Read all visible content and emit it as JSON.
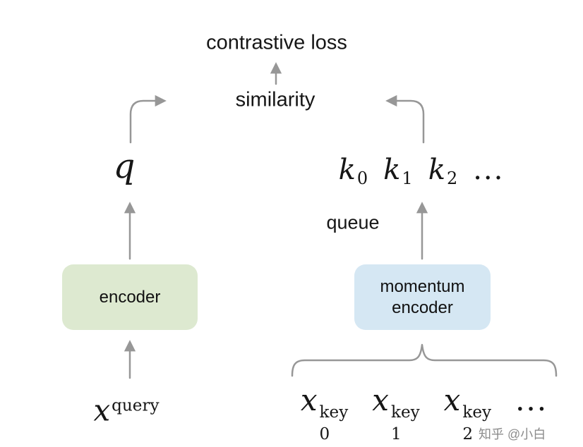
{
  "labels": {
    "contrastive_loss": "contrastive loss",
    "similarity": "similarity",
    "queue": "queue",
    "encoder": "encoder",
    "momentum_encoder": [
      "momentum",
      "encoder"
    ],
    "watermark": "知乎 @小白"
  },
  "math": {
    "q": "q",
    "k_terms": [
      {
        "base": "k",
        "sub": "0"
      },
      {
        "base": "k",
        "sub": "1"
      },
      {
        "base": "k",
        "sub": "2"
      }
    ],
    "k_ellipsis": "...",
    "x_query": {
      "base": "x",
      "sup": "query"
    },
    "x_key_terms": [
      {
        "base": "x",
        "sub": "0",
        "sup": "key"
      },
      {
        "base": "x",
        "sub": "1",
        "sup": "key"
      },
      {
        "base": "x",
        "sub": "2",
        "sup": "key"
      }
    ],
    "x_ellipsis": "..."
  },
  "colors": {
    "encoder_fill": "#dde9d0",
    "momentum_fill": "#d5e7f3",
    "arrow": "#979797",
    "text": "#161616",
    "watermark": "#8c8c8c"
  }
}
